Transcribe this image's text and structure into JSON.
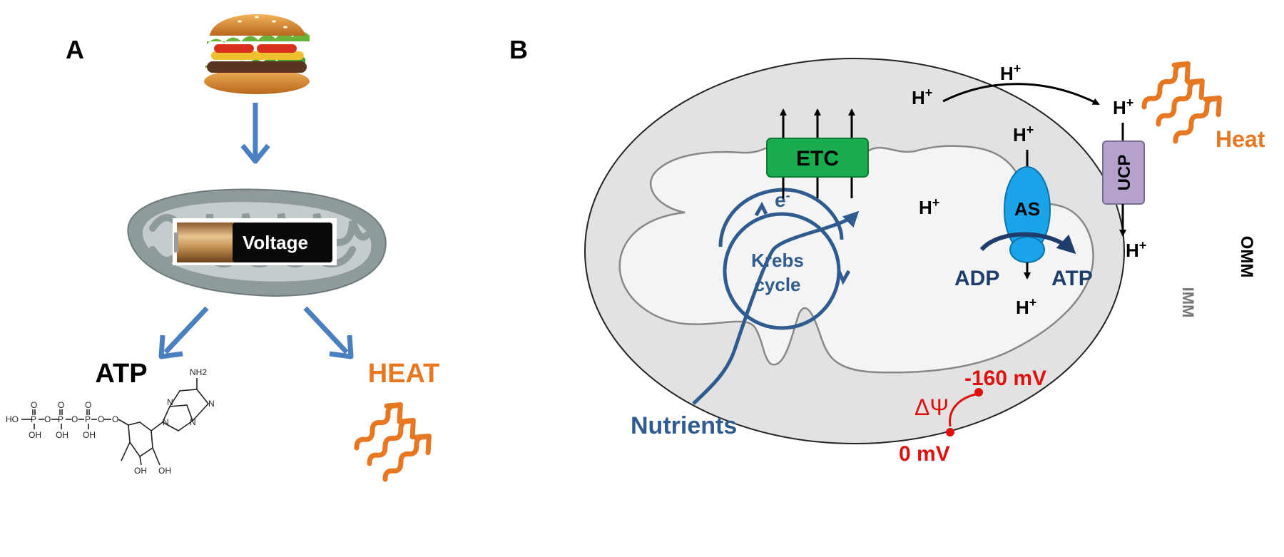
{
  "panel_a": {
    "label": "A",
    "battery_text": "Voltage",
    "atp_label": "ATP",
    "heat_label": "HEAT",
    "molecule": {
      "nh2": "NH2",
      "p": "P",
      "o": "O",
      "oh": "OH",
      "ho": "HO",
      "n": "N"
    },
    "colors": {
      "arrow": "#4a7fc0",
      "heat": "#e87722"
    }
  },
  "panel_b": {
    "label": "B",
    "proton": "H",
    "plus": "+",
    "etc": "ETC",
    "as": "AS",
    "ucp": "UCP",
    "electron": "e",
    "minus": "-",
    "krebs_line1": "Krebs",
    "krebs_line2": "cycle",
    "adp": "ADP",
    "atp": "ATP",
    "heat": "Heat",
    "omm": "OMM",
    "imm": "IMM",
    "nutrients": "Nutrients",
    "delta_psi": "ΔΨ",
    "potential_high": "-160 mV",
    "potential_low": "0 mV",
    "colors": {
      "etc": "#1aad4f",
      "as": "#1aa3e8",
      "ucp": "#b4a2cc",
      "blue_text": "#2f5b8f",
      "red": "#e01010",
      "heat": "#e87722"
    }
  }
}
